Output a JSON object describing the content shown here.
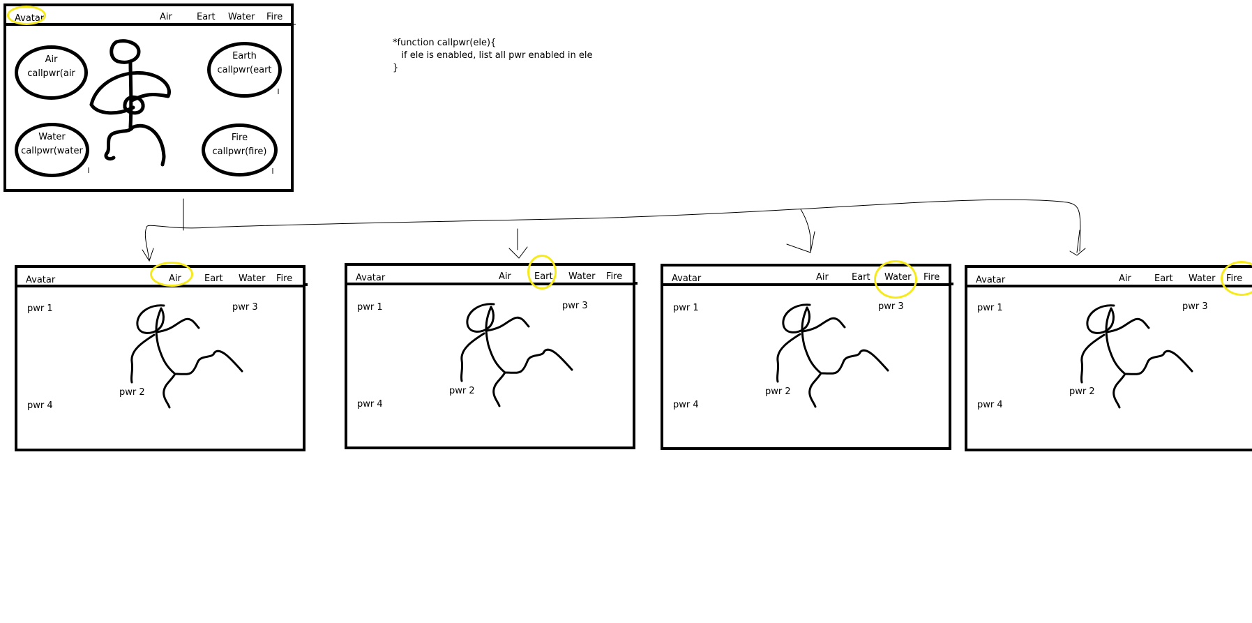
{
  "main_frame": {
    "nav": {
      "brand": "Avatar",
      "tabs": [
        "Air",
        "Eart",
        "Water",
        "Fire"
      ]
    },
    "elements": [
      {
        "name": "Air",
        "call": "callpwr(air"
      },
      {
        "name": "Earth",
        "call": "callpwr(eart"
      },
      {
        "name": "Water",
        "call": "callpwr(water"
      },
      {
        "name": "Fire",
        "call": "callpwr(fire)"
      }
    ]
  },
  "code_note": {
    "line1": "*function callpwr(ele){",
    "line2": "   if ele is enabled, list all pwr enabled in ele",
    "line3": "}"
  },
  "panels": [
    {
      "brand": "Avatar",
      "tabs": [
        "Air",
        "Eart",
        "Water",
        "Fire"
      ],
      "active": "Air",
      "powers": [
        "pwr 1",
        "pwr 2",
        "pwr 3",
        "pwr 4"
      ]
    },
    {
      "brand": "Avatar",
      "tabs": [
        "Air",
        "Eart",
        "Water",
        "Fire"
      ],
      "active": "Eart",
      "powers": [
        "pwr 1",
        "pwr 2",
        "pwr 3",
        "pwr 4"
      ]
    },
    {
      "brand": "Avatar",
      "tabs": [
        "Air",
        "Eart",
        "Water",
        "Fire"
      ],
      "active": "Water",
      "powers": [
        "pwr 1",
        "pwr 2",
        "pwr 3",
        "pwr 4"
      ]
    },
    {
      "brand": "Avatar",
      "tabs": [
        "Air",
        "Eart",
        "Water",
        "Fire"
      ],
      "active": "Fire",
      "powers": [
        "pwr 1",
        "pwr 2",
        "pwr 3",
        "pwr 4"
      ]
    }
  ],
  "colors": {
    "highlight": "#f7ea1a",
    "ink": "#000000"
  }
}
